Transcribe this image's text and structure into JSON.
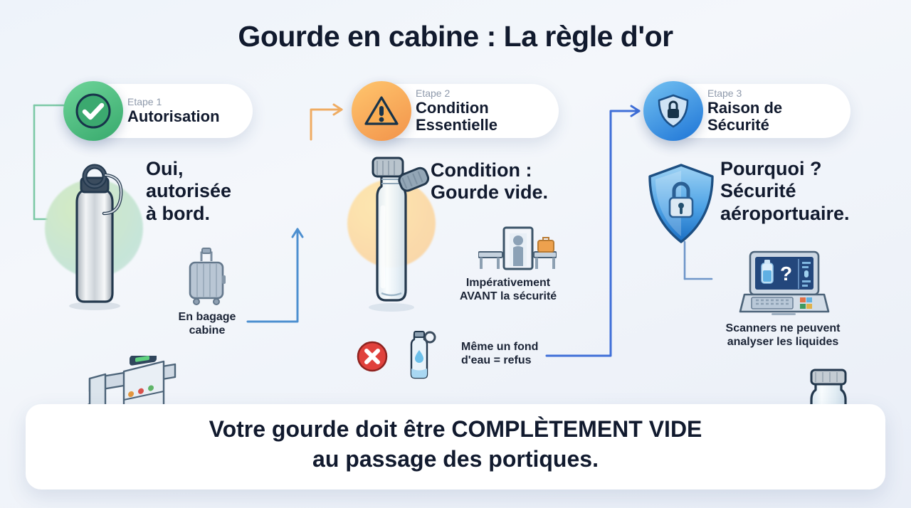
{
  "title": "Gourde en cabine : La règle d'or",
  "steps": [
    {
      "kicker": "Etape 1",
      "name_line1": "Autorisation",
      "name_line2": "",
      "icon": "check-circle-icon",
      "color": "#37a96c",
      "headline": [
        "Oui,",
        "autorisée",
        "à bord."
      ],
      "caption": [
        "En bagage",
        "cabine"
      ],
      "illustrations": [
        "metal-water-bottle-icon",
        "suitcase-icon"
      ]
    },
    {
      "kicker": "Etape 2",
      "name_line1": "Condition",
      "name_line2": "Essentielle",
      "icon": "warning-triangle-icon",
      "color": "#f2934a",
      "headline": [
        "Condition :",
        "Gourde vide."
      ],
      "caption": [
        "Impérativement",
        "AVANT la sécurité"
      ],
      "caption2": [
        "Même un fond",
        "d'eau = refus"
      ],
      "illustrations": [
        "empty-glass-bottle-icon",
        "security-gate-icon",
        "red-x-icon",
        "bottle-with-water-drop-icon"
      ]
    },
    {
      "kicker": "Etape 3",
      "name_line1": "Raison de",
      "name_line2": "Sécurité",
      "icon": "shield-lock-icon",
      "color": "#1d74d6",
      "headline": [
        "Pourquoi ?",
        "Sécurité",
        "aéroportuaire."
      ],
      "caption": [
        "Scanners ne peuvent",
        "analyser les liquides"
      ],
      "illustrations": [
        "shield-lock-icon",
        "scanner-screen-icon"
      ]
    }
  ],
  "banner": {
    "line1_before": "Votre gourde doit être ",
    "line1_highlight": "COMPLÈTEMENT VIDE",
    "line2": "au passage des portiques.",
    "highlight_gradient_from": "#61c9a0",
    "highlight_gradient_to": "#f0a05a"
  },
  "bottom_illustrations": [
    "xray-scanner-icon",
    "empty-bottle-icon"
  ],
  "colors": {
    "text_dark": "#111a2e",
    "kicker_gray": "#8e99ab",
    "green": "#37a96c",
    "orange": "#f2934a",
    "blue": "#1d74d6",
    "red": "#e0413c",
    "background": "#eef3fa"
  }
}
